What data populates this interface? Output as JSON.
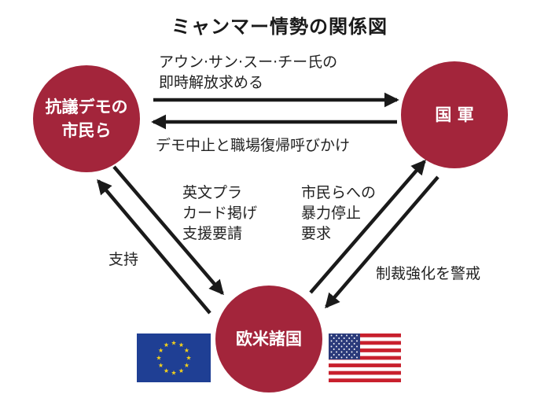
{
  "title": "ミャンマー情勢の関係図",
  "nodes": {
    "protesters": "抗議デモの\n市民ら",
    "military": "国 軍",
    "west": "欧米諸国"
  },
  "edges": {
    "protesters_to_military": "アウン·サン·スー·チー氏の\n即時解放求める",
    "military_to_protesters": "デモ中止と職場復帰呼びかけ",
    "protesters_to_west": "英文プラ\nカード掲げ\n支援要請",
    "west_to_military": "市民らへの\n暴力停止\n要求",
    "west_to_protesters": "支持",
    "military_to_west": "制裁強化を警戒"
  },
  "flags": [
    "eu-flag-icon",
    "us-flag-icon"
  ],
  "colors": {
    "node_fill": "#a3253b",
    "arrow": "#1a1a1a",
    "eu_blue": "#1f3f94",
    "eu_star": "#f2cf1b",
    "us_red": "#c8202d",
    "us_blue": "#2a3a7a"
  }
}
